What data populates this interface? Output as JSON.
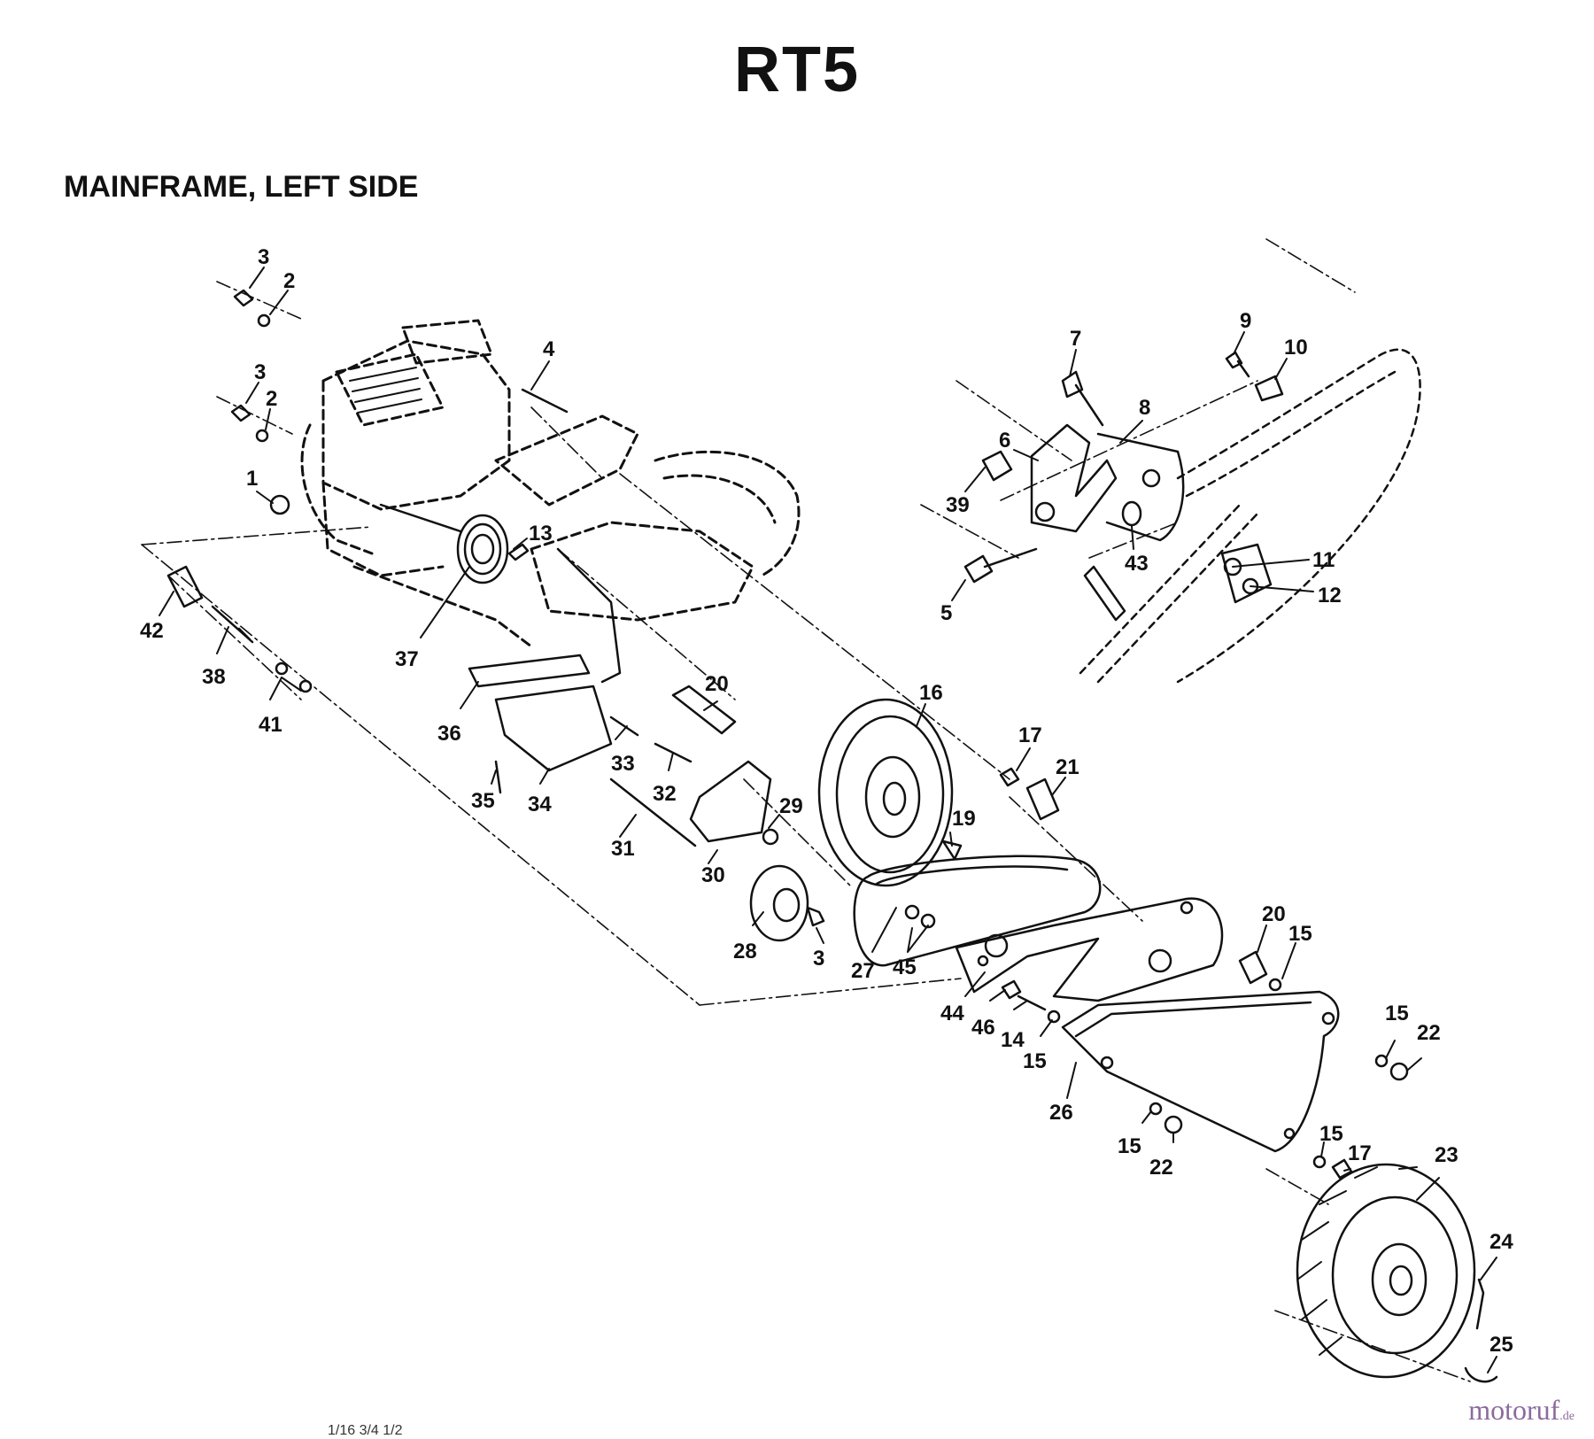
{
  "header": {
    "title": "RT5",
    "subtitle": "MAINFRAME, LEFT SIDE"
  },
  "footer": {
    "cutoff_text": "1/16 3/4 1/2",
    "watermark": "motoruf",
    "watermark_tld": ".de"
  },
  "callouts": [
    {
      "id": "c3a",
      "text": "3"
    },
    {
      "id": "c2a",
      "text": "2"
    },
    {
      "id": "c3b",
      "text": "3"
    },
    {
      "id": "c2b",
      "text": "2"
    },
    {
      "id": "c1",
      "text": "1"
    },
    {
      "id": "c4",
      "text": "4"
    },
    {
      "id": "c13",
      "text": "13"
    },
    {
      "id": "c37",
      "text": "37"
    },
    {
      "id": "c42",
      "text": "42"
    },
    {
      "id": "c38",
      "text": "38"
    },
    {
      "id": "c41",
      "text": "41"
    },
    {
      "id": "c36",
      "text": "36"
    },
    {
      "id": "c20a",
      "text": "20"
    },
    {
      "id": "c16",
      "text": "16"
    },
    {
      "id": "c17a",
      "text": "17"
    },
    {
      "id": "c21",
      "text": "21"
    },
    {
      "id": "c35",
      "text": "35"
    },
    {
      "id": "c34",
      "text": "34"
    },
    {
      "id": "c33",
      "text": "33"
    },
    {
      "id": "c32",
      "text": "32"
    },
    {
      "id": "c31",
      "text": "31"
    },
    {
      "id": "c29",
      "text": "29"
    },
    {
      "id": "c30",
      "text": "30"
    },
    {
      "id": "c19",
      "text": "19"
    },
    {
      "id": "c28",
      "text": "28"
    },
    {
      "id": "c3c",
      "text": "3"
    },
    {
      "id": "c27",
      "text": "27"
    },
    {
      "id": "c45",
      "text": "45"
    },
    {
      "id": "c20b",
      "text": "20"
    },
    {
      "id": "c15a",
      "text": "15"
    },
    {
      "id": "c44",
      "text": "44"
    },
    {
      "id": "c46",
      "text": "46"
    },
    {
      "id": "c14",
      "text": "14"
    },
    {
      "id": "c15b",
      "text": "15"
    },
    {
      "id": "c15c",
      "text": "15"
    },
    {
      "id": "c22a",
      "text": "22"
    },
    {
      "id": "c26",
      "text": "26"
    },
    {
      "id": "c15d",
      "text": "15"
    },
    {
      "id": "c22b",
      "text": "22"
    },
    {
      "id": "c15e",
      "text": "15"
    },
    {
      "id": "c17b",
      "text": "17"
    },
    {
      "id": "c23",
      "text": "23"
    },
    {
      "id": "c24",
      "text": "24"
    },
    {
      "id": "c25",
      "text": "25"
    },
    {
      "id": "c7",
      "text": "7"
    },
    {
      "id": "c9",
      "text": "9"
    },
    {
      "id": "c10",
      "text": "10"
    },
    {
      "id": "c8",
      "text": "8"
    },
    {
      "id": "c6",
      "text": "6"
    },
    {
      "id": "c39",
      "text": "39"
    },
    {
      "id": "c43",
      "text": "43"
    },
    {
      "id": "c11",
      "text": "11"
    },
    {
      "id": "c12",
      "text": "12"
    },
    {
      "id": "c5",
      "text": "5"
    }
  ]
}
